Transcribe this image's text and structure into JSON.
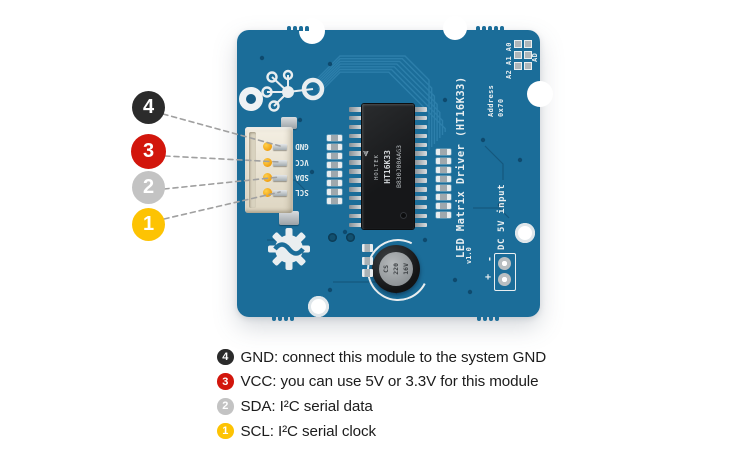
{
  "board": {
    "base_color": "#1b6d99",
    "title": "LED Matrix Driver (HT16K33)",
    "version": "v1.0",
    "power_label": "DC 5V input",
    "power_minus": "-",
    "power_plus": "+",
    "address_label": "Address",
    "address_value": "0x70",
    "address_jumpers": "A2 A1 A0",
    "address_ad": "AD",
    "pin_labels": [
      "GND",
      "VCC",
      "SDA",
      "SCL"
    ],
    "chip": {
      "brand": "HOLTEK",
      "model": "HT16K33",
      "code": "B830J00AAG3"
    },
    "capacitor": {
      "line1": "CS",
      "line2": "220",
      "line3": "16V"
    }
  },
  "callouts": {
    "items": [
      {
        "num": "4",
        "color": "#2b2b2b",
        "target": "GND"
      },
      {
        "num": "3",
        "color": "#d2160c",
        "target": "VCC"
      },
      {
        "num": "2",
        "color": "#c3c3c3",
        "target": "SDA"
      },
      {
        "num": "1",
        "color": "#fdc303",
        "target": "SCL"
      }
    ]
  },
  "legend": {
    "rows": [
      {
        "num": "4",
        "color": "#2b2b2b",
        "text": "GND: connect this module to the system GND"
      },
      {
        "num": "3",
        "color": "#d2160c",
        "text": "VCC: you can use 5V or 3.3V for this module"
      },
      {
        "num": "2",
        "color": "#c3c3c3",
        "text": "SDA: I²C serial data"
      },
      {
        "num": "1",
        "color": "#fdc303",
        "text": "SCL: I²C serial clock"
      }
    ]
  }
}
